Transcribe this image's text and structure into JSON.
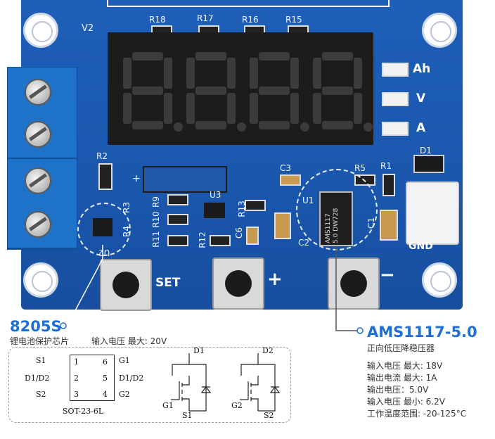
{
  "board": {
    "version": "V2",
    "resistor_labels": [
      "R18",
      "R17",
      "R16",
      "R15"
    ],
    "led_labels": [
      "Ah",
      "V",
      "A"
    ],
    "silk": {
      "r2": "R2",
      "r3": "R3",
      "r4": "R4",
      "r9": "R9",
      "r10": "R10",
      "r11": "R11",
      "r12": "R12",
      "r13": "R13",
      "u2": "U2",
      "u3": "U3",
      "u1": "U1",
      "c1": "C1",
      "c2": "C2",
      "c3": "C3",
      "c6": "C6",
      "r5": "R5",
      "r1": "R1",
      "d1": "D1",
      "plus_small": "+",
      "gnd": "GND"
    },
    "buttons": {
      "set_label": "SET",
      "plus_label": "+",
      "minus_label": "−"
    },
    "chip_marking": "AMS1117\n5.0 DW728"
  },
  "chip_8205s": {
    "name": "8205S",
    "desc": "锂电池保护芯片",
    "spec": "输入电压 最大:   20V"
  },
  "diagram": {
    "left_pins": [
      "S1",
      "D1/D2",
      "S2"
    ],
    "left_numbers": [
      "1",
      "2",
      "3"
    ],
    "right_numbers": [
      "6",
      "5",
      "4"
    ],
    "right_pins": [
      "G1",
      "D1/D2",
      "G2"
    ],
    "package": "SOT-23-6L",
    "mos_labels": {
      "d1": "D1",
      "d2": "D2",
      "g1": "G1",
      "g2": "G2",
      "s1": "S1",
      "s2": "S2"
    }
  },
  "chip_ams": {
    "name": "AMS1117-5.0",
    "desc": "正向低压降稳压器",
    "specs": [
      "输入电压 最大:   18V",
      "输出电流 最大:   1A",
      "输出电压：5.0V",
      "输入电压 最小:   6.2V",
      "工作温度范围:  -20-125°C"
    ]
  },
  "colors": {
    "board": "#1a57ad",
    "accent": "#1d6fd3",
    "silk": "#ffffff"
  }
}
